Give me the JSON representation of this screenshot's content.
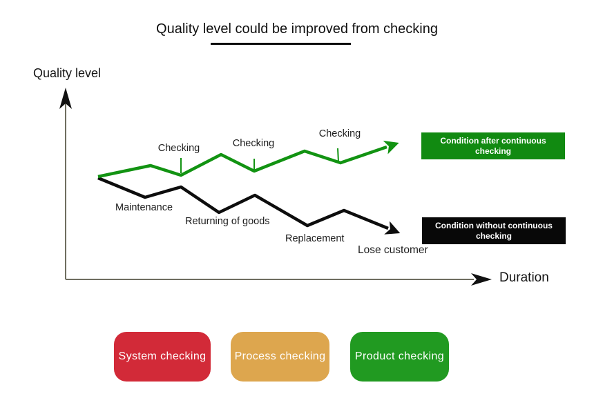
{
  "title": {
    "text": "Quality level could be improved from checking"
  },
  "axes": {
    "y_label": "Quality level",
    "x_label": "Duration"
  },
  "diagram": {
    "improved_line": {
      "legend": "Condition after continuous checking",
      "color": "#129312",
      "checkpoints": [
        "Checking",
        "Checking",
        "Checking"
      ]
    },
    "decline_line": {
      "legend": "Condition without continuous checking",
      "color": "#0d0d0d",
      "stages": [
        "Maintenance",
        "Returning of goods",
        "Replacement",
        "Lose customer"
      ]
    }
  },
  "buttons": [
    {
      "label": "System checking",
      "color": "#d22a38"
    },
    {
      "label": "Process checking",
      "color": "#dda64e"
    },
    {
      "label": "Product checking",
      "color": "#219a21"
    }
  ]
}
